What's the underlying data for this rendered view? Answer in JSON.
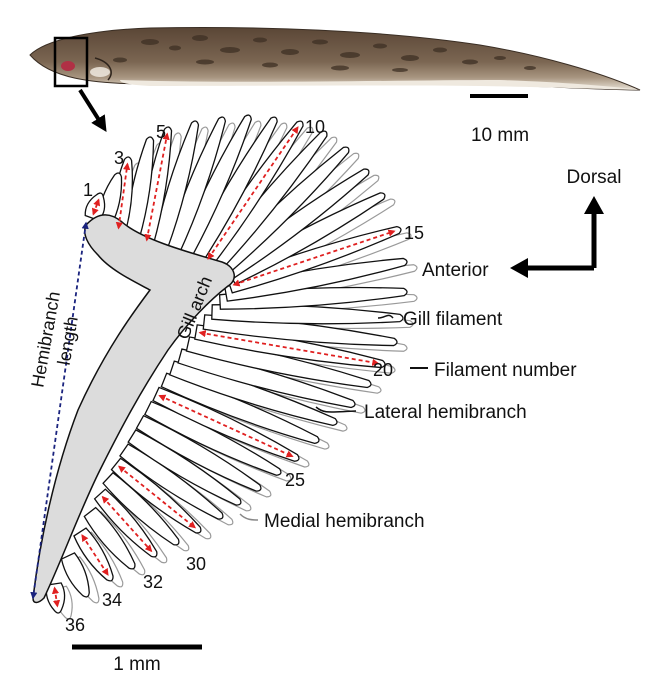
{
  "scale_bars": {
    "fish": "10 mm",
    "gill": "1 mm"
  },
  "orientation": {
    "dorsal": "Dorsal",
    "anterior": "Anterior"
  },
  "labels": {
    "gill_filament": "Gill filament",
    "filament_number": "Filament number",
    "lateral_hemibranch": "Lateral hemibranch",
    "medial_hemibranch": "Medial hemibranch",
    "gill_arch": "Gill arch",
    "hemibranch_length": [
      "Hemibranch",
      "length"
    ]
  },
  "filament_numbers": [
    "1",
    "3",
    "5",
    "10",
    "15",
    "20",
    "25",
    "30",
    "32",
    "34",
    "36"
  ],
  "colors": {
    "measure_arrow": "#e02020",
    "hemibranch_arrow": "#1a237e",
    "gill_arch_fill": "#dcdcdc",
    "fish_body": "#6b5644",
    "fish_belly": "#e8e2d6",
    "fish_eye": "#b03045"
  }
}
